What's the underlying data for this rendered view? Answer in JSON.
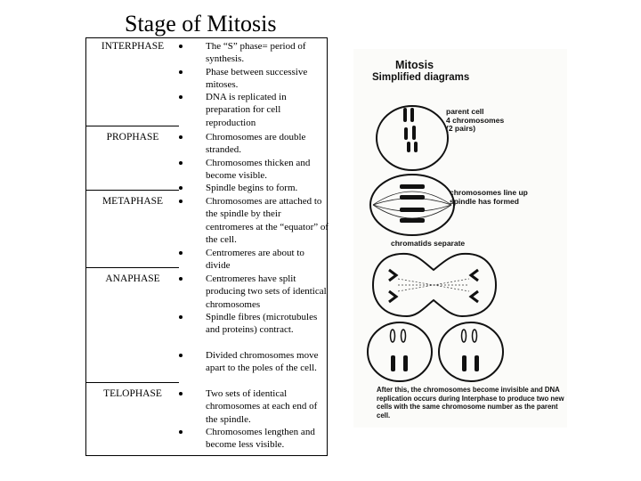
{
  "slide": {
    "title": "Stage of Mitosis"
  },
  "stages": [
    {
      "name": "INTERPHASE",
      "bullets": [
        "The “S” phase= period of synthesis.",
        "Phase between successive mitoses.",
        "DNA is replicated in preparation for cell reproduction"
      ]
    },
    {
      "name": "PROPHASE",
      "bullets": [
        "Chromosomes are double stranded.",
        "Chromosomes thicken and become visible.",
        "Spindle begins to form."
      ]
    },
    {
      "name": "METAPHASE",
      "bullets": [
        "Chromosomes are attached to the spindle by their centromeres at the “equator” of the cell.",
        "Centromeres are about to divide"
      ]
    },
    {
      "name": "ANAPHASE",
      "bullets": [
        "Centromeres have split producing two sets of identical chromosomes",
        " Spindle fibres (microtubules and proteins) contract.",
        "Divided chromosomes move apart to the poles of the cell."
      ]
    },
    {
      "name": "TELOPHASE",
      "bullets": [
        "Two sets of identical chromosomes at each end of the spindle.",
        "Chromosomes lengthen and become less visible."
      ]
    }
  ],
  "diagram": {
    "title": "Mitosis",
    "subtitle": "Simplified diagrams",
    "label_parent": "parent cell\n4  chromosomes\n(2 pairs)",
    "label_lineup": "chromosomes line up\nspindle has formed",
    "label_separate": "chromatids separate",
    "note": "After this, the chromosomes become invisible and DNA replication occurs during Interphase to produce two new cells with the same chromosome number as the parent cell."
  }
}
